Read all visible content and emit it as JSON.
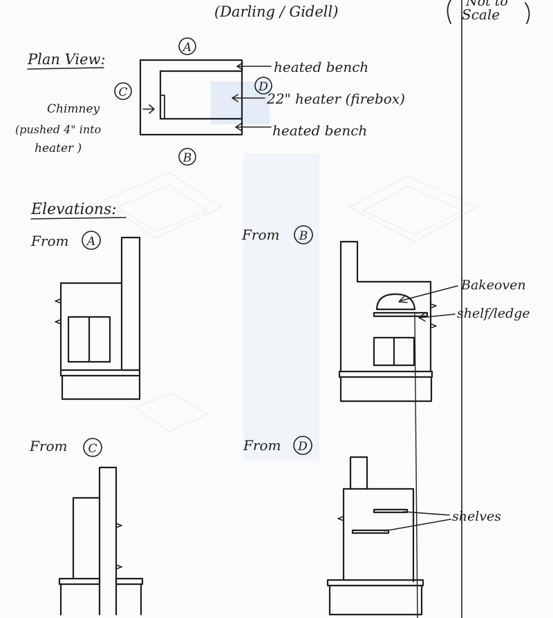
{
  "header": {
    "top_note_left": "(Darling / Gidell)",
    "top_note_right_line1": "Not to",
    "top_note_right_line2": "Scale"
  },
  "plan": {
    "title": "Plan View:",
    "markers": {
      "a": "A",
      "b": "B",
      "c": "C",
      "d": "D"
    },
    "chimney_line1": "Chimney",
    "chimney_line2": "(pushed 4\" into",
    "chimney_line3": "heater )",
    "label_top_bench": "heated bench",
    "label_heater": "22\" heater (firebox)",
    "label_bottom_bench": "heated bench"
  },
  "elevations": {
    "title": "Elevations:",
    "from_word": "From",
    "view_a": "A",
    "view_b": "B",
    "view_c": "C",
    "view_d": "D",
    "bakeoven_label": "Bakeoven",
    "shelf_ledge_label": "shelf/ledge",
    "shelves_label": "shelves"
  }
}
